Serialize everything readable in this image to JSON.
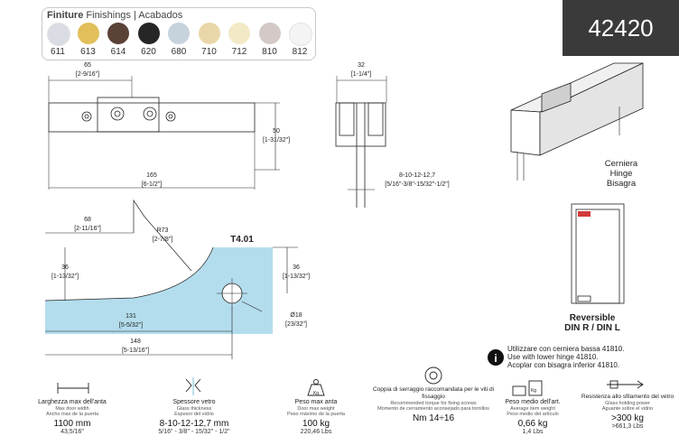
{
  "finishes": {
    "title_bold": "Finiture",
    "title_rest": "Finishings | Acabados",
    "items": [
      {
        "code": "611",
        "color": "#d9dde3"
      },
      {
        "code": "613",
        "color": "#e2bf5a"
      },
      {
        "code": "614",
        "color": "#5b4237"
      },
      {
        "code": "620",
        "color": "#262626"
      },
      {
        "code": "680",
        "color": "#c6d2dc"
      },
      {
        "code": "710",
        "color": "#ead7a9"
      },
      {
        "code": "712",
        "color": "#f3e9c6"
      },
      {
        "code": "810",
        "color": "#d3c9c6"
      },
      {
        "code": "812",
        "color": "#f4f4f4"
      }
    ]
  },
  "product_code": "42420",
  "front_view": {
    "width_mm": "65",
    "width_in": "[2-9/16\"]",
    "height_mm": "50",
    "height_in": "[1-31/32\"]",
    "length_mm": "165",
    "length_in": "[6-1/2\"]"
  },
  "side_view": {
    "width_mm": "32",
    "width_in": "[1-1/4\"]",
    "glass_mm": "8-10-12-12,7",
    "glass_in": "[5/16\"-3/8\"-15/32\"-1/2\"]"
  },
  "hinge_label": [
    "Cerniera",
    "Hinge",
    "Bisagra"
  ],
  "cutout": {
    "code": "T4.01",
    "d68_mm": "68",
    "d68_in": "[2-11/16\"]",
    "r73_mm": "R73",
    "r73_in": "[2-7/8\"]",
    "d36l_mm": "36",
    "d36l_in": "[1-13/32\"]",
    "d36r_mm": "36",
    "d36r_in": "[1-13/32\"]",
    "d131_mm": "131",
    "d131_in": "[5-5/32\"]",
    "d148_mm": "148",
    "d148_in": "[5-13/16\"]",
    "hole_mm": "Ø18",
    "hole_in": "[23/32\"]"
  },
  "reversible": {
    "line1": "Reversible",
    "line2": "DIN R / DIN L"
  },
  "notice": {
    "line1": "Utilizzare con cerniera bassa 41810.",
    "line2": "Use with lower hinge 41810.",
    "line3": "Acoplar con bisagra inferior 41810."
  },
  "specs": [
    {
      "it": "Larghezza max dell'anta",
      "en": "Max door width",
      "es": "Ancho max de la puerta",
      "value": "1100 mm",
      "value2": "43,5/16\""
    },
    {
      "it": "Spessore vetro",
      "en": "Glass thickness",
      "es": "Espesor del vidrio",
      "value": "8-10-12-12,7 mm",
      "value2": "5/16\" - 3/8\" - 15/32\" - 1/2\""
    },
    {
      "it": "Peso max anta",
      "en": "Door max weight",
      "es": "Peso máximo de la puerta",
      "value": "100 kg",
      "value2": "220,46 Lbs"
    },
    {
      "it": "Coppia di serraggio raccomandata per le viti di fissaggio",
      "en": "Recommended torque for fixing screws",
      "es": "Momento de cerramiento aconsejado para tornillos",
      "value": "Nm 14÷16",
      "value2": ""
    },
    {
      "it": "Peso medio dell'art.",
      "en": "Average item weight",
      "es": "Peso medio del artículo",
      "value": "0,66 kg",
      "value2": "1,4 Lbs"
    },
    {
      "it": "Resistenza allo sfilamento del vetro",
      "en": "Glass holding power",
      "es": "Aguante sobre el vidrio",
      "value": ">300 kg",
      "value2": ">661,3 Lbs"
    }
  ]
}
